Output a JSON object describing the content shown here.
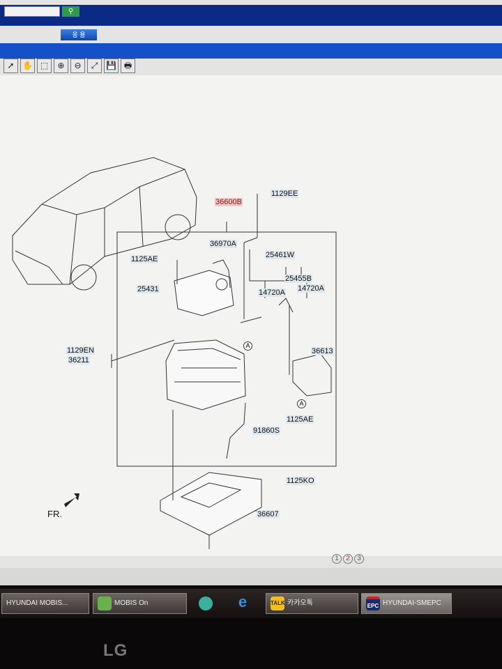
{
  "header": {
    "search_placeholder": "",
    "search_icon": "search-icon",
    "apply_label": "응 용"
  },
  "toolbar": {
    "tools": [
      {
        "name": "pointer-icon",
        "g": "➚"
      },
      {
        "name": "pan-hand-icon",
        "g": "✋"
      },
      {
        "name": "zoom-area-icon",
        "g": "⬚"
      },
      {
        "name": "zoom-in-icon",
        "g": "⊕"
      },
      {
        "name": "zoom-out-icon",
        "g": "⊖"
      },
      {
        "name": "fit-screen-icon",
        "g": "⤢"
      },
      {
        "name": "save-icon",
        "g": "💾"
      },
      {
        "name": "print-icon",
        "g": "🖶"
      }
    ]
  },
  "diagram": {
    "assembly": "36600B",
    "labels": [
      "1129EE",
      "36970A",
      "1125AE",
      "25461W",
      "25431",
      "25455B",
      "14720A",
      "14720A",
      "1129EN",
      "36211",
      "36613",
      "1125AE",
      "91860S",
      "1125KO",
      "36607"
    ],
    "ref_marks": [
      "A",
      "A"
    ],
    "direction": "FR."
  },
  "pager": {
    "pages": [
      "1",
      "2",
      "3"
    ],
    "current": "2"
  },
  "taskbar": {
    "items": [
      "HYUNDAI MOBIS...",
      "MOBIS On",
      "카카오톡",
      "HYUNDAI-SMEPC"
    ],
    "talk_icon_text": "TALK",
    "epc_icon_text": "EPC"
  },
  "bezel": {
    "brand": "LG"
  }
}
